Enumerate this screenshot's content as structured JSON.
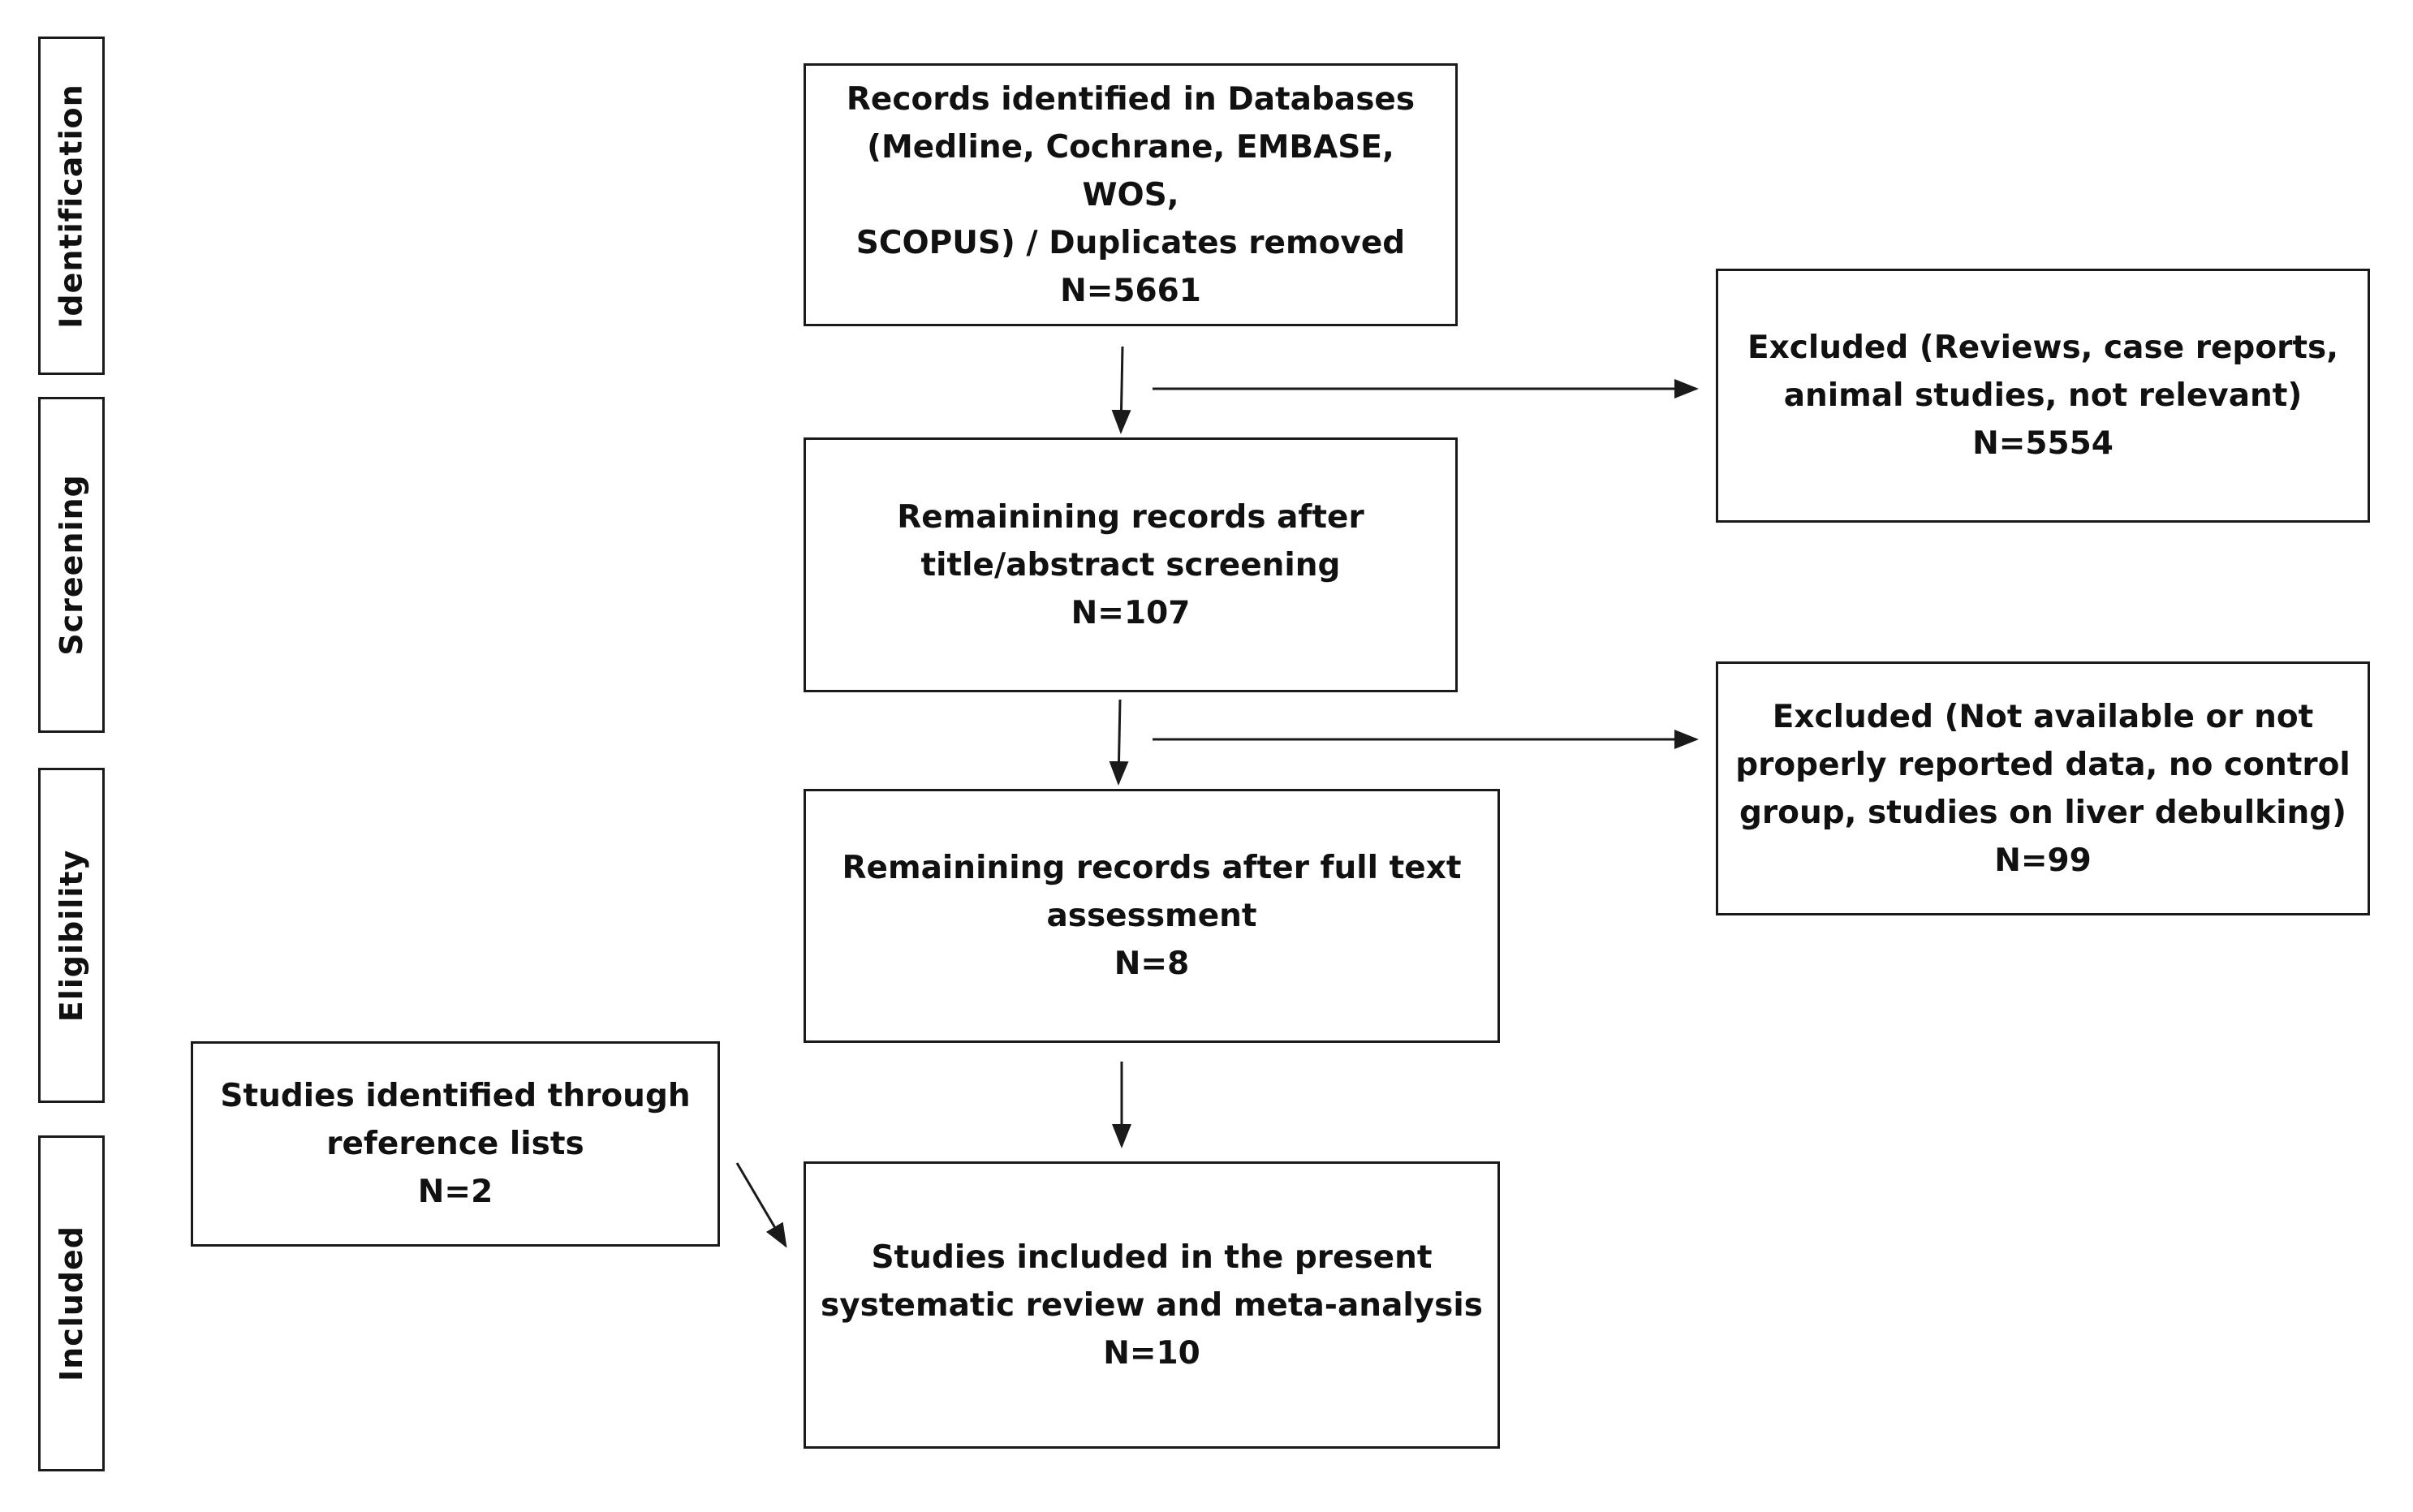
{
  "stages": {
    "identification": "Identification",
    "screening": "Screening",
    "eligibility": "Eligibility",
    "included": "Included"
  },
  "boxes": {
    "records_identified": {
      "lines": [
        "Records identified in Databases",
        "(Medline, Cochrane, EMBASE, WOS,",
        "SCOPUS) / Duplicates removed"
      ],
      "count": "N=5661"
    },
    "remaining_title_abstract": {
      "lines": [
        "Remainining records after",
        "title/abstract screening"
      ],
      "count": "N=107"
    },
    "remaining_full_text": {
      "lines": [
        "Remainining records after full text",
        "assessment"
      ],
      "count": "N=8"
    },
    "studies_included": {
      "lines": [
        "Studies included in the present",
        "systematic review and meta-analysis"
      ],
      "count": "N=10"
    },
    "excluded_screening": {
      "lines": [
        "Excluded (Reviews, case reports,",
        "animal studies, not relevant)"
      ],
      "count": "N=5554"
    },
    "excluded_eligibility": {
      "lines": [
        "Excluded (Not available or not",
        "properly reported data, no control",
        "group, studies on liver debulking)"
      ],
      "count": "N=99"
    },
    "reference_lists": {
      "lines": [
        "Studies  identified through",
        "reference lists"
      ],
      "count": "N=2"
    }
  },
  "colors": {
    "line": "#1a1a1a",
    "background": "#ffffff"
  }
}
